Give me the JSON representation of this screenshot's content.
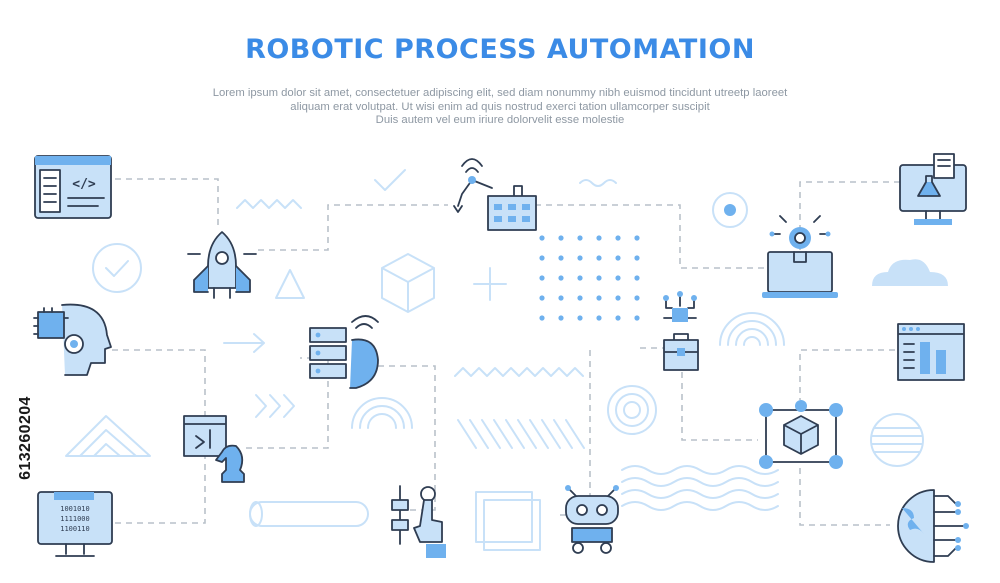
{
  "colors": {
    "accent": "#3b8be6",
    "light": "#c8e1f8",
    "mid": "#6fb1ee",
    "outline": "#2f3d52",
    "line": "#b9c1ca",
    "text": "#8e98a3"
  },
  "header": {
    "title": "ROBOTIC PROCESS AUTOMATION",
    "subtitle_lines": [
      "Lorem ipsum dolor sit amet, consectetuer adipiscing elit, sed diam nonummy nibh euismod tincidunt utreetp laoreet",
      "aliquam erat volutpat. Ut wisi enim ad  quis nostrud exerci tation ullamcorper suscipit",
      "Duis autem vel eum iriure dolorvelit esse molestie"
    ]
  },
  "stock_id": "613260204",
  "icons": {
    "code_window": {
      "name": "code-window-icon",
      "glyph": "</>"
    },
    "binary_monitor": {
      "name": "binary-monitor-icon",
      "lines": [
        "1001010",
        "1111000",
        "1100110"
      ]
    },
    "robot_vacuum": {
      "name": "robot-vacuum-icon"
    },
    "ai_head": {
      "name": "ai-head-icon"
    },
    "server_bot": {
      "name": "server-bot-icon"
    },
    "strategy_chess": {
      "name": "chess-strategy-icon"
    },
    "factory_arm": {
      "name": "factory-robot-arm-icon"
    },
    "touch_flow": {
      "name": "touch-workflow-icon"
    },
    "rover_robot": {
      "name": "rover-robot-icon"
    },
    "briefcase_chip": {
      "name": "briefcase-chip-icon"
    },
    "lab_monitor": {
      "name": "lab-monitor-icon"
    },
    "laptop_idea": {
      "name": "laptop-idea-icon"
    },
    "browser_chart": {
      "name": "browser-chart-icon"
    },
    "cube_network": {
      "name": "cube-network-icon"
    },
    "brain_circuit": {
      "name": "brain-circuit-icon"
    }
  }
}
